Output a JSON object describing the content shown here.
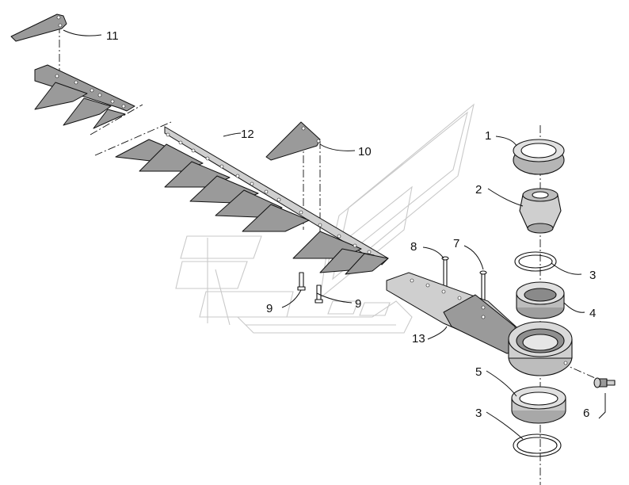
{
  "callouts": {
    "c1": "1",
    "c2": "2",
    "c3a": "3",
    "c3b": "3",
    "c4": "4",
    "c5": "5",
    "c6": "6",
    "c7": "7",
    "c8": "8",
    "c9a": "9",
    "c9b": "9",
    "c10": "10",
    "c11": "11",
    "c12": "12",
    "c13": "13"
  },
  "colors": {
    "line": "#111111",
    "metal_dark": "#9a9a9a",
    "metal_light": "#cfcfcf",
    "watermark": "#c9c9c9"
  }
}
